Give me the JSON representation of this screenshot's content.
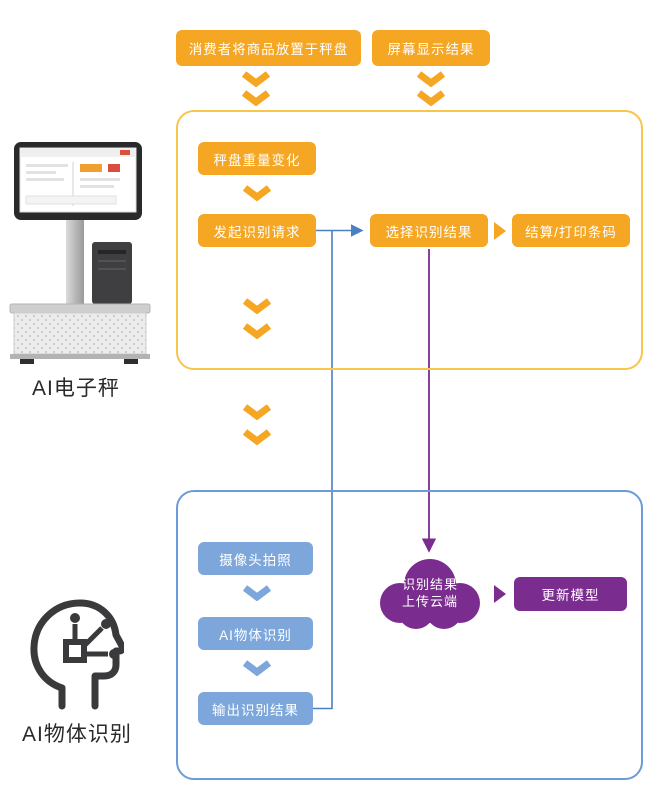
{
  "nodes": {
    "place_goods": "消费者将商品放置于秤盘",
    "screen_result": "屏幕显示结果",
    "weight_change": "秤盘重量变化",
    "send_request": "发起识别请求",
    "select_result": "选择识别结果",
    "settle_print": "结算/打印条码",
    "camera_shot": "摄像头拍照",
    "ai_recognition": "AI物体识别",
    "output_result": "输出识别结果",
    "cloud_line1": "识别结果",
    "cloud_line2": "上传云端",
    "update_model": "更新模型"
  },
  "labels": {
    "scale_section": "AI电子秤",
    "ai_section": "AI物体识别"
  },
  "colors": {
    "orange": "#F5A623",
    "orange_container_border": "#F7C64A",
    "blue": "#7DA7DB",
    "blue_container_border": "#6C9BD8",
    "purple": "#7B2C8F",
    "connector_blue": "#4A80C4"
  }
}
